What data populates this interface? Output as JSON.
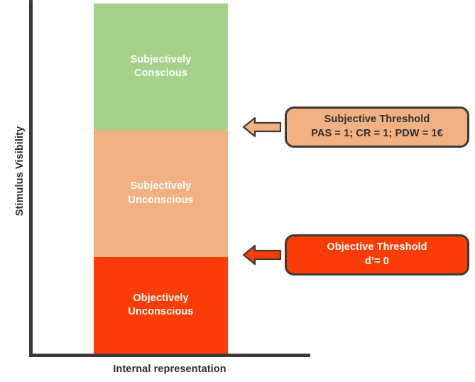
{
  "figure": {
    "axes": {
      "y_label": "Stimulus Visibility",
      "x_label": "Internal representation",
      "axis_color": "#3d3935"
    },
    "bar_segments": [
      {
        "name": "subjectively-conscious",
        "line1": "Subjectively",
        "line2": "Conscious",
        "color": "#a6d18a",
        "text_color": "#ffffff"
      },
      {
        "name": "subjectively-unconscious",
        "line1": "Subjectively",
        "line2": "Unconscious",
        "color": "#f2b183",
        "text_color": "#ffffff"
      },
      {
        "name": "objectively-unconscious",
        "line1": "Objectively",
        "line2": "Unconscious",
        "color": "#fa3c06",
        "text_color": "#ffffff"
      }
    ],
    "callouts": [
      {
        "name": "subjective-threshold",
        "title": "Subjective Threshold",
        "detail": "PAS = 1; CR = 1; PDW = 1€",
        "fill": "#f2b183",
        "border": "#3d3935",
        "text_color": "#2f2f2f",
        "arrow_icon": "left-arrow-icon",
        "arrow_fill": "#f2b183"
      },
      {
        "name": "objective-threshold",
        "title": "Objective Threshold",
        "detail": "d’= 0",
        "fill": "#fa3c06",
        "border": "#3d3935",
        "text_color": "#ffffff",
        "arrow_icon": "left-arrow-icon",
        "arrow_fill": "#fa3c06"
      }
    ]
  },
  "chart_data": {
    "type": "bar",
    "title": "",
    "xlabel": "Internal representation",
    "ylabel": "Stimulus Visibility",
    "grid": false,
    "legend": "none",
    "categories": [
      "Internal representation"
    ],
    "series": [
      {
        "name": "Objectively Unconscious",
        "values": [
          136
        ],
        "color": "#fa3c06"
      },
      {
        "name": "Subjectively Unconscious",
        "values": [
          179
        ],
        "color": "#f2b183"
      },
      {
        "name": "Subjectively Conscious",
        "values": [
          178
        ],
        "color": "#a6d18a"
      }
    ],
    "annotations": [
      {
        "label": "Subjective Threshold",
        "sublabel": "PAS = 1; CR = 1; PDW = 1€",
        "at_boundary": "Subjectively Conscious / Subjectively Unconscious"
      },
      {
        "label": "Objective Threshold",
        "sublabel": "d’= 0",
        "at_boundary": "Subjectively Unconscious / Objectively Unconscious"
      }
    ]
  }
}
